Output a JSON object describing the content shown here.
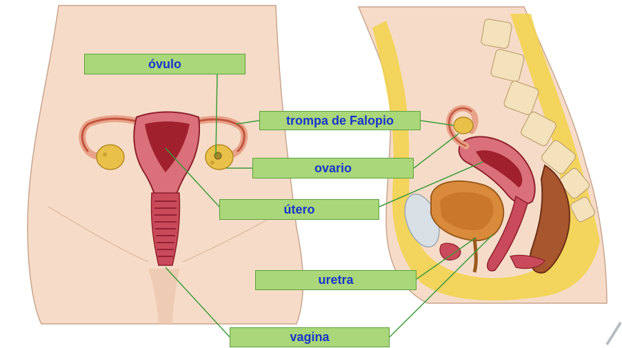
{
  "labels": {
    "ovulo": "óvulo",
    "trompa": "trompa de Falopio",
    "ovario": "ovario",
    "utero": "útero",
    "uretra": "uretra",
    "vagina": "vagina"
  },
  "colors": {
    "label_fill": "#a9d77a",
    "label_border": "#5aa03a",
    "label_text": "#1a35c8",
    "leader_line": "#3a9a3a",
    "skin": "#f6dcc8",
    "uterus": "#b8323f",
    "ovary": "#e8c04a",
    "fat": "#f2d24a",
    "bladder": "#d98a3a"
  }
}
